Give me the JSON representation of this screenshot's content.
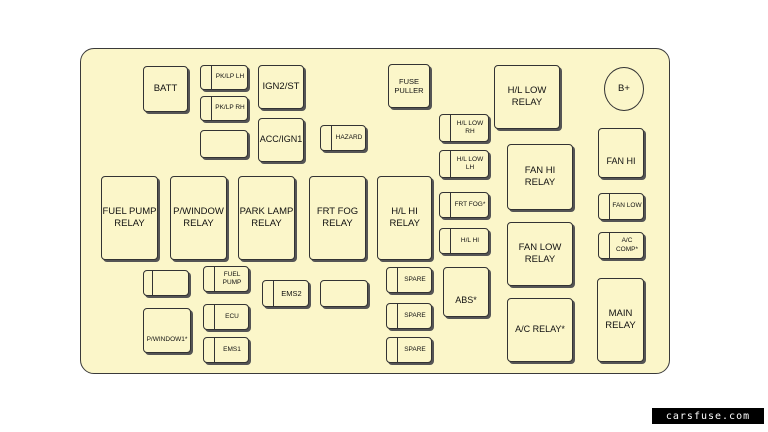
{
  "fuses": {
    "batt": "BATT",
    "pk_lp_lh": "PK/LP LH",
    "pk_lp_rh": "PK/LP RH",
    "ign2_st": "IGN2/ST",
    "acc_ign1": "ACC/IGN1",
    "hazard": "HAZARD",
    "fuse_puller": "FUSE PULLER",
    "hl_low_relay": "H/L LOW RELAY",
    "b_plus": "B+",
    "hl_low_rh": "H/L LOW RH",
    "hl_low_lh": "H/L LOW LH",
    "frt_fog_fuse": "FRT FOG*",
    "hl_hi_fuse": "H/L HI",
    "fan_hi_relay": "FAN HI RELAY",
    "fan_low_relay": "FAN LOW RELAY",
    "fan_hi": "FAN HI",
    "fan_low": "FAN LOW",
    "ac_comp": "A/C COMP*",
    "fuel_pump_relay": "FUEL PUMP RELAY",
    "p_window_relay": "P/WINDOW RELAY",
    "park_lamp_relay": "PARK LAMP RELAY",
    "frt_fog_relay": "FRT FOG RELAY",
    "hl_hi_relay": "H/L HI RELAY",
    "fuel_pump": "FUEL PUMP",
    "ecu": "ECU",
    "ems1": "EMS1",
    "ems2": "EMS2",
    "p_window_star": "P/WINDOW1*",
    "spare1": "SPARE",
    "spare2": "SPARE",
    "spare3": "SPARE",
    "abs": "ABS*",
    "ac_relay": "A/C RELAY*",
    "main_relay": "MAIN RELAY"
  },
  "watermark": "carsfuse.com",
  "colors": {
    "panel": "#fbf6c9",
    "outline": "#333333"
  }
}
